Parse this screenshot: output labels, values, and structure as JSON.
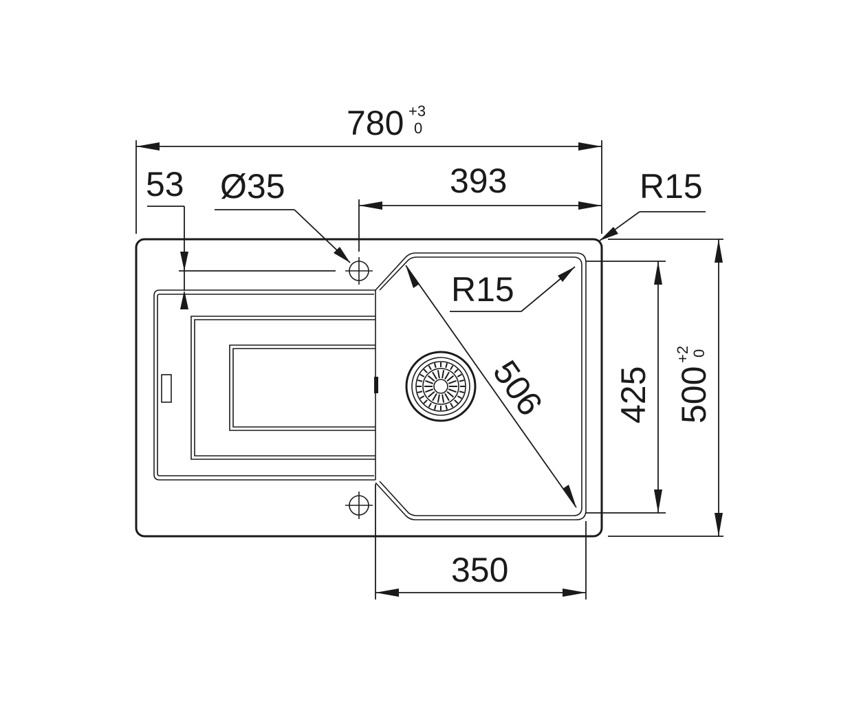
{
  "dimensions": {
    "overall_width": {
      "value": "780",
      "tol_upper": "+3",
      "tol_lower": "0"
    },
    "drain_offset": "53",
    "tap_hole_diameter": "Ø35",
    "bowl_edge_to_right": "393",
    "corner_radius_outer": "R15",
    "corner_radius_bowl": "R15",
    "bowl_diagonal": "506",
    "bowl_depth": "425",
    "overall_depth": {
      "value": "500",
      "tol_upper": "+2",
      "tol_lower": "0"
    },
    "bowl_width": "350"
  }
}
